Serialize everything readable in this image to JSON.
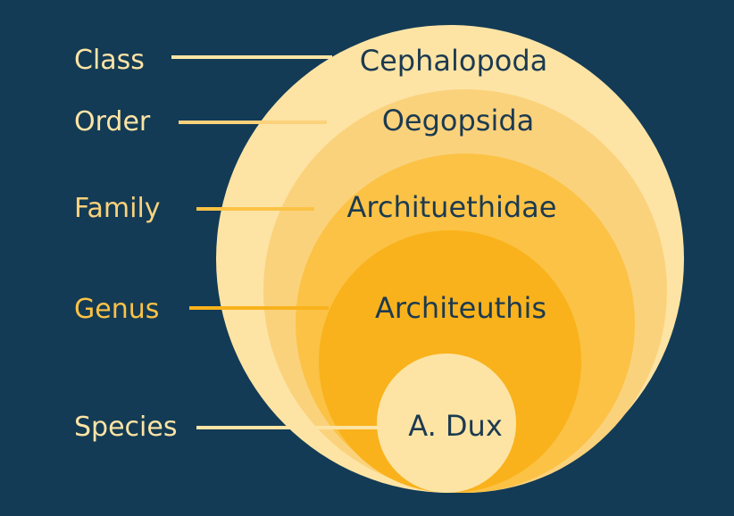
{
  "colors": {
    "background": "#133b55",
    "class_ring": "#fde4a5",
    "order_ring": "#fbd27c",
    "family_ring": "#fbc245",
    "genus_ring": "#f9b21b",
    "species_circle": "#fde4a5",
    "taxon_text": "#1c3a50"
  },
  "ranks": [
    {
      "rank": "Class",
      "taxon": "Cephalopoda",
      "label_color": "#fde4a5",
      "line_color": "#fde4a5"
    },
    {
      "rank": "Order",
      "taxon": "Oegopsida",
      "label_color": "#fde4a5",
      "line_color": "#fbd27c"
    },
    {
      "rank": "Family",
      "taxon": "Archituethidae",
      "label_color": "#fbd27c",
      "line_color": "#fbc245"
    },
    {
      "rank": "Genus",
      "taxon": "Architeuthis",
      "label_color": "#fbc245",
      "line_color": "#f9b21b"
    },
    {
      "rank": "Species",
      "taxon": "A. Dux",
      "label_color": "#fde4a5",
      "line_color": "#fde4a5"
    }
  ]
}
